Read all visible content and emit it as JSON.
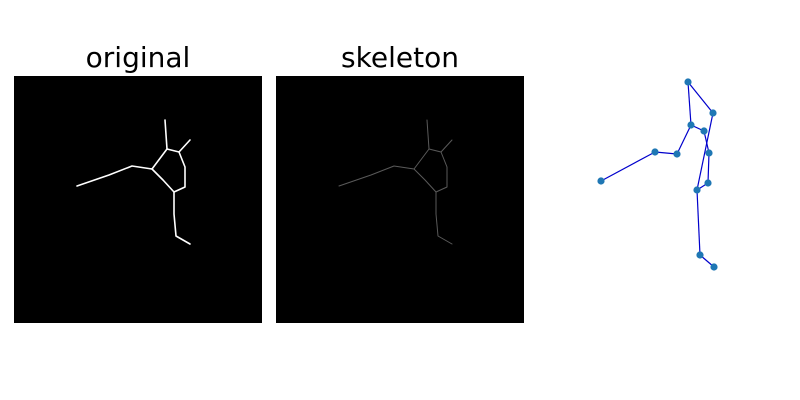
{
  "titles": {
    "original": "original",
    "skeleton": "skeleton"
  },
  "colors": {
    "background": "#000000",
    "original_stroke": "#ffffff",
    "skeleton_stroke": "#5a5a5a",
    "graph_edge": "#0000cc",
    "graph_node": "#1f77b4"
  },
  "graph": {
    "nodes": [
      {
        "id": "n0"
      },
      {
        "id": "n1"
      },
      {
        "id": "n2"
      },
      {
        "id": "n3"
      },
      {
        "id": "n4"
      },
      {
        "id": "n5"
      },
      {
        "id": "n6"
      },
      {
        "id": "n7"
      },
      {
        "id": "n8"
      },
      {
        "id": "n9"
      },
      {
        "id": "n10"
      },
      {
        "id": "n11"
      }
    ],
    "edges": [
      [
        "n0",
        "n1"
      ],
      [
        "n1",
        "n2"
      ],
      [
        "n2",
        "n3"
      ],
      [
        "n3",
        "n4"
      ],
      [
        "n3",
        "n5"
      ],
      [
        "n5",
        "n6"
      ],
      [
        "n6",
        "n7"
      ],
      [
        "n7",
        "n8"
      ],
      [
        "n8",
        "n9"
      ],
      [
        "n9",
        "n4"
      ],
      [
        "n8",
        "n10"
      ],
      [
        "n10",
        "n11"
      ]
    ]
  }
}
